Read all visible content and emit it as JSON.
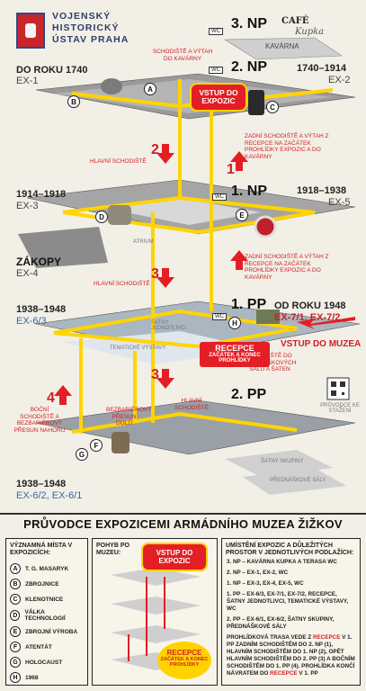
{
  "header": {
    "logo_line1": "VOJENSKÝ",
    "logo_line2": "HISTORICKÝ",
    "logo_line3": "ÚSTAV PRAHA",
    "cafe_name": "CAFÉ",
    "cafe_script": "Kupka"
  },
  "floors": {
    "np3": "3. NP",
    "np2": "2. NP",
    "np1": "1. NP",
    "pp1": "1. PP",
    "pp2": "2. PP"
  },
  "labels": {
    "kavarna": "KAVÁRNA",
    "wc": "WC",
    "atrium": "ATRIUM",
    "zakopy": "ZÁKOPY",
    "satny": "ŠATNY JEDNOTLIVCI",
    "tematicke": "TEMATICKÉ VÝSTAVY",
    "satny_skupiny": "ŠATNY SKUPINY",
    "prednaskove": "PŘEDNÁŠKOVÉ SÁLY",
    "provodce_qr": "PRŮVODCE KE STAŽENÍ",
    "schodiste_kavarna": "SCHODIŠTĚ A VÝTAH DO KAVÁRNY",
    "hlavni1": "HLAVNÍ SCHODIŠTĚ",
    "hlavni2": "HLAVNÍ SCHODIŠTĚ",
    "hlavni3": "HLAVNÍ SCHODIŠTĚ",
    "zadni1": "ZADNÍ SCHODIŠTĚ A VÝTAH Z RECEPCE NA ZAČÁTEK PROHLÍDKY EXPOZIC A DO KAVÁRNY",
    "zadni2": "ZADNÍ SCHODIŠTĚ A VÝTAH Z RECEPCE NA ZAČÁTEK PROHLÍDKY EXPOZIC A DO KAVÁRNY",
    "bocni": "BOČNÍ SCHODIŠTĚ A BEZBARIÉROVÝ PŘESUN NAHORU",
    "bezbarierovy": "BEZBARIÉROVÝ PŘESUN DOLŮ",
    "schodiste_sal": "SCHODIŠTĚ DO PŘEDNÁŠKOVÝCH SÁLŮ A ŠATEN"
  },
  "eras": {
    "e1_year": "DO ROKU 1740",
    "e1_ex": "EX-1",
    "e2_year": "1740–1914",
    "e2_ex": "EX-2",
    "e3_year": "1914–1918",
    "e3_ex": "EX-3",
    "e5_year": "1918–1938",
    "e5_ex": "EX-5",
    "e4_ex": "EX-4",
    "e6_year": "1938–1948",
    "e6_ex": "EX-6/3",
    "e7_year": "OD ROKU 1948",
    "e7_ex": "EX-7/1, EX-7/2",
    "e8_year": "1938–1948",
    "e8_ex": "EX-6/2, EX-6/1"
  },
  "callouts": {
    "vstup_expozic": "VSTUP DO EXPOZIC",
    "recepce_title": "RECEPCE",
    "recepce_sub": "ZAČÁTEK A KONEC PROHLÍDKY",
    "vstup_muzea": "VSTUP DO MUZEA"
  },
  "arrows": {
    "a1": "1",
    "a2": "2",
    "a3": "3",
    "a4": "4"
  },
  "badges": [
    "A",
    "B",
    "C",
    "D",
    "E",
    "F",
    "G",
    "H"
  ],
  "bottom": {
    "title": "PRŮVODCE EXPOZICEMI ARMÁDNÍHO MUZEA ŽIŽKOV",
    "legend_head": "VÝZNAMNÁ MÍSTA V EXPOZICÍCH:",
    "legend": [
      {
        "k": "A",
        "t": "T. G. MASARYK"
      },
      {
        "k": "B",
        "t": "ZBROJNICE"
      },
      {
        "k": "C",
        "t": "KLENOTNICE"
      },
      {
        "k": "D",
        "t": "VÁLKA TECHNOLOGIÍ"
      },
      {
        "k": "E",
        "t": "ZBROJNÍ VÝROBA"
      },
      {
        "k": "F",
        "t": "ATENTÁT"
      },
      {
        "k": "G",
        "t": "HOLOCAUST"
      },
      {
        "k": "H",
        "t": "1968"
      }
    ],
    "move_head": "POHYB PO MUZEU:",
    "move_vstup": "VSTUP DO EXPOZIC",
    "move_recepce": "RECEPCE",
    "move_recepce_sub": "ZAČÁTEK A KONEC PROHLÍDKY",
    "info_head": "UMÍSTĚNÍ EXPOZIC A DŮLEŽITÝCH PROSTOR V JEDNOTLIVÝCH PODLAŽÍCH:",
    "info": [
      "3. NP – KAVÁRNA KUPKA A TERASA WC",
      "2. NP – EX-1, EX-2, WC",
      "1. NP – EX-3, EX-4, EX-5, WC",
      "1. PP – EX-6/3, EX-7/1, EX-7/2, RECEPCE, ŠATNY JEDNOTLIVCI, TEMATICKÉ VÝSTAVY, WC",
      "2. PP – EX-6/1, EX-6/2, ŠATNY SKUPINY, PŘEDNÁŠKOVÉ SÁLY"
    ],
    "route_1": "PROHLÍDKOVÁ TRASA VEDE Z",
    "route_2": "RECEPCE",
    "route_3": "V 1. PP ZADNÍM SCHODIŠTĚM DO 2. NP (1), HLAVNÍM SCHODIŠTĚM DO 1. NP (2), OPĚT HLAVNÍM SCHODIŠTĚM DO 2. PP (3) A BOČNÍM SCHODIŠTĚM DO 1. PP (4). PROHLÍDKA KONČÍ NÁVRATEM DO",
    "route_4": "RECEPCE",
    "route_5": "V 1. PP"
  }
}
